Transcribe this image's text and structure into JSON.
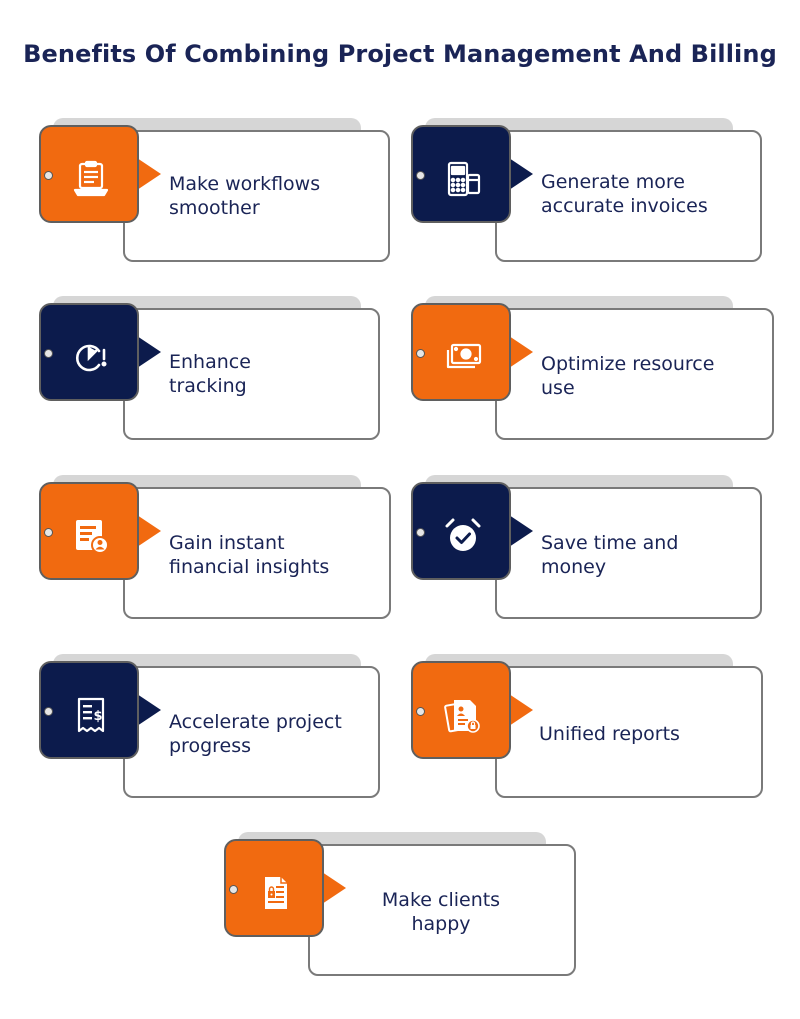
{
  "title": "Benefits Of Combining Project Management And Billing",
  "colors": {
    "orange": "#f16a10",
    "navy": "#0c1b4c",
    "text": "#1a2456"
  },
  "benefits": [
    {
      "line1": "Make workflows",
      "line2": "smoother",
      "icon": "clipboard-laptop-icon",
      "color": "orange"
    },
    {
      "line1": "Generate more",
      "line2": "accurate invoices",
      "icon": "pos-terminal-icon",
      "color": "navy"
    },
    {
      "line1": "Enhance",
      "line2": "tracking",
      "icon": "timer-alert-icon",
      "color": "navy"
    },
    {
      "line1": "Optimize resource",
      "line2": "use",
      "icon": "cash-bills-icon",
      "color": "orange"
    },
    {
      "line1": "Gain instant",
      "line2": "financial insights",
      "icon": "report-user-icon",
      "color": "orange"
    },
    {
      "line1": "Save time and",
      "line2": "money",
      "icon": "alarm-check-icon",
      "color": "navy"
    },
    {
      "line1": "Accelerate project",
      "line2": "progress",
      "icon": "receipt-dollar-icon",
      "color": "navy"
    },
    {
      "line1": "Unified reports",
      "line2": "",
      "icon": "document-lock-icon",
      "color": "orange"
    },
    {
      "line1": "Make clients",
      "line2": "happy",
      "icon": "secure-document-icon",
      "color": "orange"
    }
  ]
}
